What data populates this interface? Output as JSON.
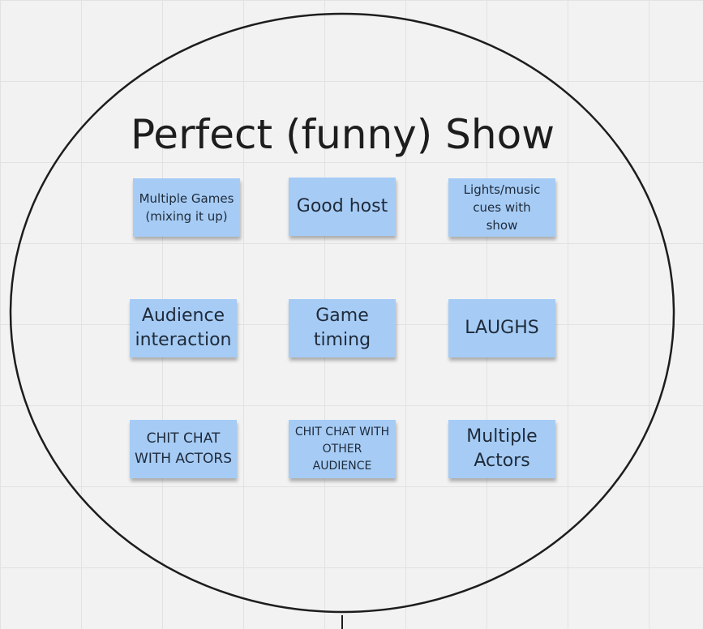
{
  "board": {
    "title": "Perfect (funny) Show",
    "notes": [
      {
        "id": "multiple-games",
        "text": "Multiple Games (mixing it up)"
      },
      {
        "id": "good-host",
        "text": "Good host"
      },
      {
        "id": "lights-music",
        "text": "Lights/music cues with show"
      },
      {
        "id": "audience-interaction",
        "text": "Audience interaction"
      },
      {
        "id": "game-timing",
        "text": "Game timing"
      },
      {
        "id": "laughs",
        "text": "LAUGHS"
      },
      {
        "id": "chit-chat-actors",
        "text": "CHIT CHAT WITH ACTORS"
      },
      {
        "id": "chit-chat-audience",
        "text": "CHIT CHAT WITH OTHER AUDIENCE"
      },
      {
        "id": "multiple-actors",
        "text": "Multiple Actors"
      }
    ]
  },
  "colors": {
    "canvas": "#f2f2f2",
    "grid": "#e2e2e2",
    "sticky_note": "#a6ccf5",
    "outline": "#1d1d1d"
  }
}
